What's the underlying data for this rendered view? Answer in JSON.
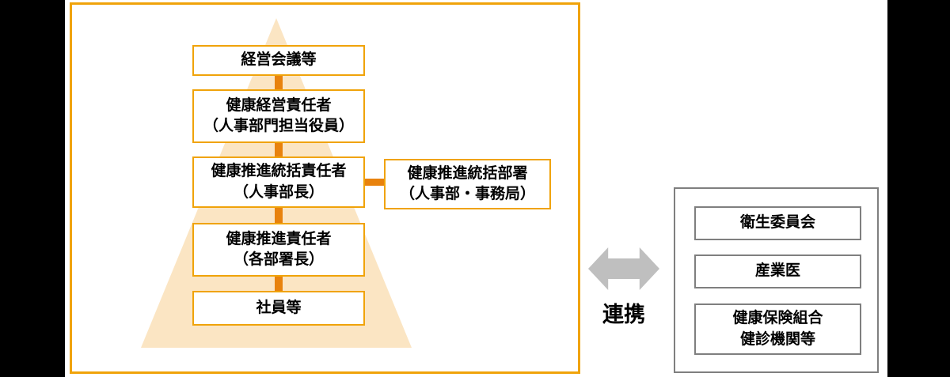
{
  "colors": {
    "orange_border": "#F0A30A",
    "connector_orange": "#E8820D",
    "triangle_fill": "#FBE5C3",
    "gray_border": "#7F7F7F",
    "arrow_gray": "#BFBFBF",
    "text_color": "#000000"
  },
  "pyramid": {
    "levels": [
      {
        "label": "経営会議等"
      },
      {
        "label": "健康経営責任者\n（人事部門担当役員）"
      },
      {
        "label": "健康推進統括責任者\n（人事部長）"
      },
      {
        "label": "健康推進責任者\n（各部署長）"
      },
      {
        "label": "社員等"
      }
    ],
    "side_box": {
      "label": "健康推進統括部署\n（人事部・事務局）"
    }
  },
  "link": {
    "label": "連携",
    "arrow": "double-headed-horizontal-arrow"
  },
  "partners": {
    "items": [
      {
        "label": "衛生委員会"
      },
      {
        "label": "産業医"
      },
      {
        "label": "健康保険組合\n健診機関等"
      }
    ]
  }
}
